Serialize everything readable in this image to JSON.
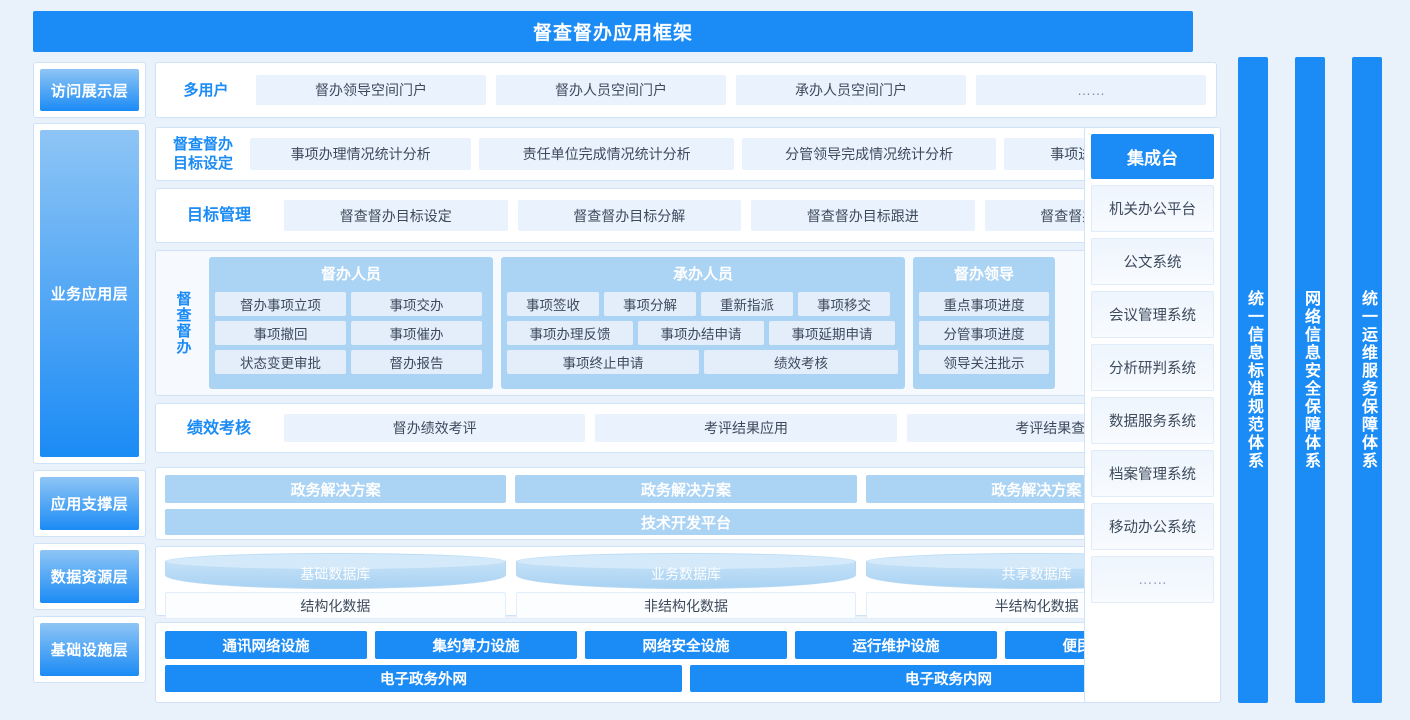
{
  "header": {
    "title": "督查督办应用框架"
  },
  "layers": [
    {
      "name": "访问展示层"
    },
    {
      "name": "业务应用层"
    },
    {
      "name": "应用支撑层"
    },
    {
      "name": "数据资源层"
    },
    {
      "name": "基础设施层"
    }
  ],
  "access_layer": {
    "label": "多用户",
    "items": [
      "督办领导空间门户",
      "督办人员空间门户",
      "承办人员空间门户",
      "……"
    ]
  },
  "business_layer": {
    "goal_setting": {
      "label": "督查督办\n目标设定",
      "items": [
        "事项办理情况统计分析",
        "责任单位完成情况统计分析",
        "分管领导完成情况统计分析",
        "事项进展统计分析"
      ]
    },
    "goal_management": {
      "label": "目标管理",
      "items": [
        "督查督办目标设定",
        "督查督办目标分解",
        "督查督办目标跟进",
        "督查督办目标汇总"
      ]
    },
    "supervision": {
      "label": "督查督办",
      "groups": [
        {
          "title": "督办人员",
          "items": [
            "督办事项立项",
            "事项交办",
            "事项撤回",
            "事项催办",
            "状态变更审批",
            "督办报告"
          ]
        },
        {
          "title": "承办人员",
          "items": [
            "事项签收",
            "事项分解",
            "重新指派",
            "事项移交",
            "事项办理反馈",
            "事项办结申请",
            "事项延期申请",
            "事项终止申请",
            "绩效考核"
          ]
        },
        {
          "title": "督办领导",
          "items": [
            "重点事项进度",
            "分管事项进度",
            "领导关注批示"
          ]
        }
      ]
    },
    "performance": {
      "label": "绩效考核",
      "items": [
        "督办绩效考评",
        "考评结果应用",
        "考评结果查看"
      ]
    }
  },
  "support_layer": {
    "solutions": [
      "政务解决方案",
      "政务解决方案",
      "政务解决方案"
    ],
    "platform": "技术开发平台"
  },
  "data_layer": {
    "databases": [
      {
        "name": "基础数据库",
        "sub": "结构化数据"
      },
      {
        "name": "业务数据库",
        "sub": "非结构化数据"
      },
      {
        "name": "共享数据库",
        "sub": "半结构化数据"
      }
    ]
  },
  "infra_layer": {
    "facilities": [
      "通讯网络设施",
      "集约算力设施",
      "网络安全设施",
      "运行维护设施",
      "便民服务设施"
    ],
    "networks": [
      "电子政务外网",
      "电子政务内网"
    ]
  },
  "integration_panel": {
    "title": "集成台",
    "items": [
      "机关办公平台",
      "公文系统",
      "会议管理系统",
      "分析研判系统",
      "数据服务系统",
      "档案管理系统",
      "移动办公系统",
      "……"
    ]
  },
  "side_bars": [
    "统一信息标准规范体系",
    "网络信息安全保障体系",
    "统一运维服务保障体系"
  ],
  "colors": {
    "primary": "#1b8bf5",
    "mid_blue": "#abd3f4",
    "chip": "#e4eefb",
    "background": "#e9f1fb"
  }
}
